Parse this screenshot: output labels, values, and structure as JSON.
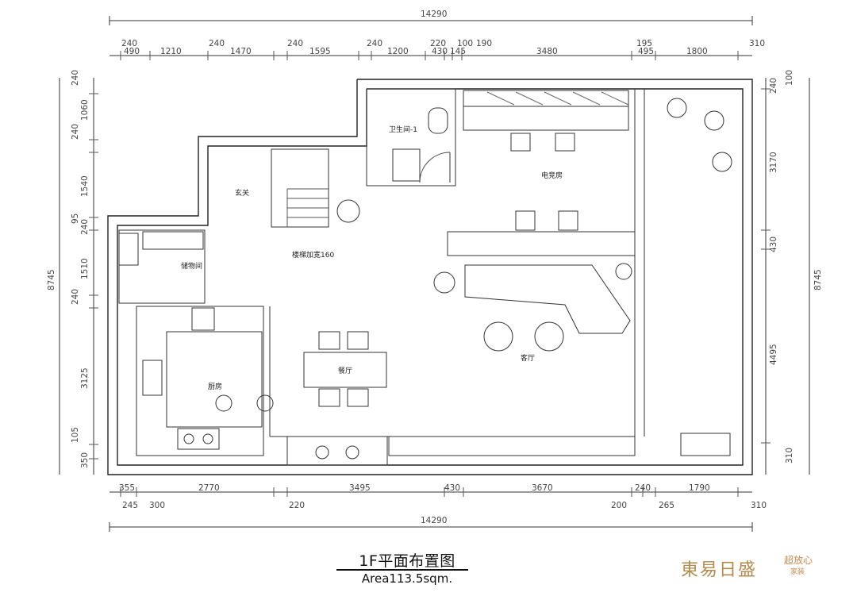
{
  "dims": {
    "total_top": "14290",
    "total_bottom": "14290",
    "top_row1": [
      "240",
      "240",
      "240",
      "240",
      "220",
      "100",
      "190",
      "195",
      "310"
    ],
    "top_row2": [
      "490",
      "1210",
      "1470",
      "1595",
      "1200",
      "430",
      "145",
      "3480",
      "495",
      "1800"
    ],
    "bottom_row1": [
      "355",
      "2770",
      "3495",
      "430",
      "3670",
      "240",
      "1790"
    ],
    "bottom_row2": [
      "245",
      "300",
      "220",
      "200",
      "265",
      "310"
    ],
    "left_col": [
      "240",
      "1060",
      "240",
      "1540",
      "95",
      "240",
      "1510",
      "240",
      "3125",
      "105",
      "350"
    ],
    "left_total": "8745",
    "right_col": [
      "240",
      "100",
      "3170",
      "430",
      "4495",
      "310"
    ],
    "right_total": "8745"
  },
  "rooms": {
    "bathroom": "卫生间-1",
    "gaming_room": "电竞房",
    "entrance": "玄关",
    "stairs": "楼梯加宽160",
    "storage": "储物间",
    "kitchen": "厨房",
    "dining": "餐厅",
    "living": "客厅"
  },
  "caption": {
    "title": "1F平面布置图",
    "area": "Area113.5sqm."
  },
  "brand": {
    "name": "東易日盛",
    "sub": "超放心",
    "sub2": "家装",
    "color": "#b48a4a"
  }
}
